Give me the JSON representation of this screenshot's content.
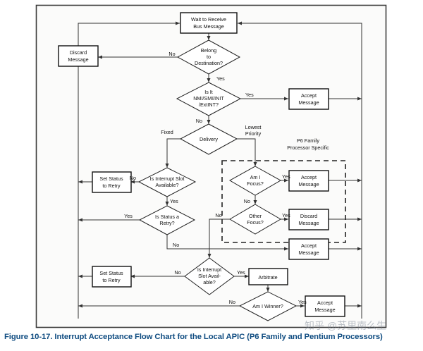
{
  "figure": {
    "caption": "Figure 10-17.  Interrupt Acceptance Flow Chart for the Local APIC (P6 Family and Pentium Processors)",
    "watermark": "知乎 @苏里南么生"
  },
  "annotations": {
    "p6_note_line1": "P6 Family",
    "p6_note_line2": "Processor Specific"
  },
  "nodes": {
    "wait": {
      "line1": "Wait to Receive",
      "line2": "Bus Message"
    },
    "discard_top": {
      "line1": "Discard",
      "line2": "Message"
    },
    "belong": {
      "line1": "Belong",
      "line2": "to",
      "line3": "Destination?"
    },
    "is_nmi": {
      "line1": "Is It",
      "line2": "NMI/SMI/INIT",
      "line3": "/ExtINT?"
    },
    "accept_nmi": {
      "line1": "Accept",
      "line2": "Message"
    },
    "delivery": {
      "line1": "Delivery"
    },
    "set_retry_1": {
      "line1": "Set Status",
      "line2": "to Retry"
    },
    "slot_avail_1": {
      "line1": "Is Interrupt Slot",
      "line2": "Available?"
    },
    "status_retry": {
      "line1": "Is Status a",
      "line2": "Retry?"
    },
    "am_i_focus": {
      "line1": "Am I",
      "line2": "Focus?"
    },
    "accept_focus": {
      "line1": "Accept",
      "line2": "Message"
    },
    "other_focus": {
      "line1": "Other",
      "line2": "Focus?"
    },
    "discard_focus": {
      "line1": "Discard",
      "line2": "Message"
    },
    "accept_mid": {
      "line1": "Accept",
      "line2": "Message"
    },
    "set_retry_2": {
      "line1": "Set Status",
      "line2": "to Retry"
    },
    "slot_avail_2": {
      "line1": "Is Interrupt",
      "line2": "Slot Avail-",
      "line3": "able?"
    },
    "arbitrate": {
      "line1": "Arbitrate"
    },
    "am_i_winner": {
      "line1": "Am I Winner?"
    },
    "accept_winner": {
      "line1": "Accept",
      "line2": "Message"
    }
  },
  "edge_labels": {
    "belong_no": "No",
    "belong_yes": "Yes",
    "nmi_yes": "Yes",
    "nmi_no": "No",
    "delivery_fixed": "Fixed",
    "delivery_lowest_1": "Lowest",
    "delivery_lowest_2": "Priority",
    "slot1_no": "No",
    "slot1_yes": "Yes",
    "retry_yes": "Yes",
    "retry_no": "No",
    "focus_yes": "Yes",
    "focus_no": "No",
    "other_focus_yes": "Yes",
    "other_focus_left_no": "No",
    "slot2_no": "No",
    "slot2_yes": "Yes",
    "winner_no": "No",
    "winner_yes": "Yes"
  },
  "colors": {
    "caption": "#0f4c81",
    "stroke": "#333333",
    "node_fill": "#ffffff",
    "page_fill": "#fbfbfa"
  }
}
